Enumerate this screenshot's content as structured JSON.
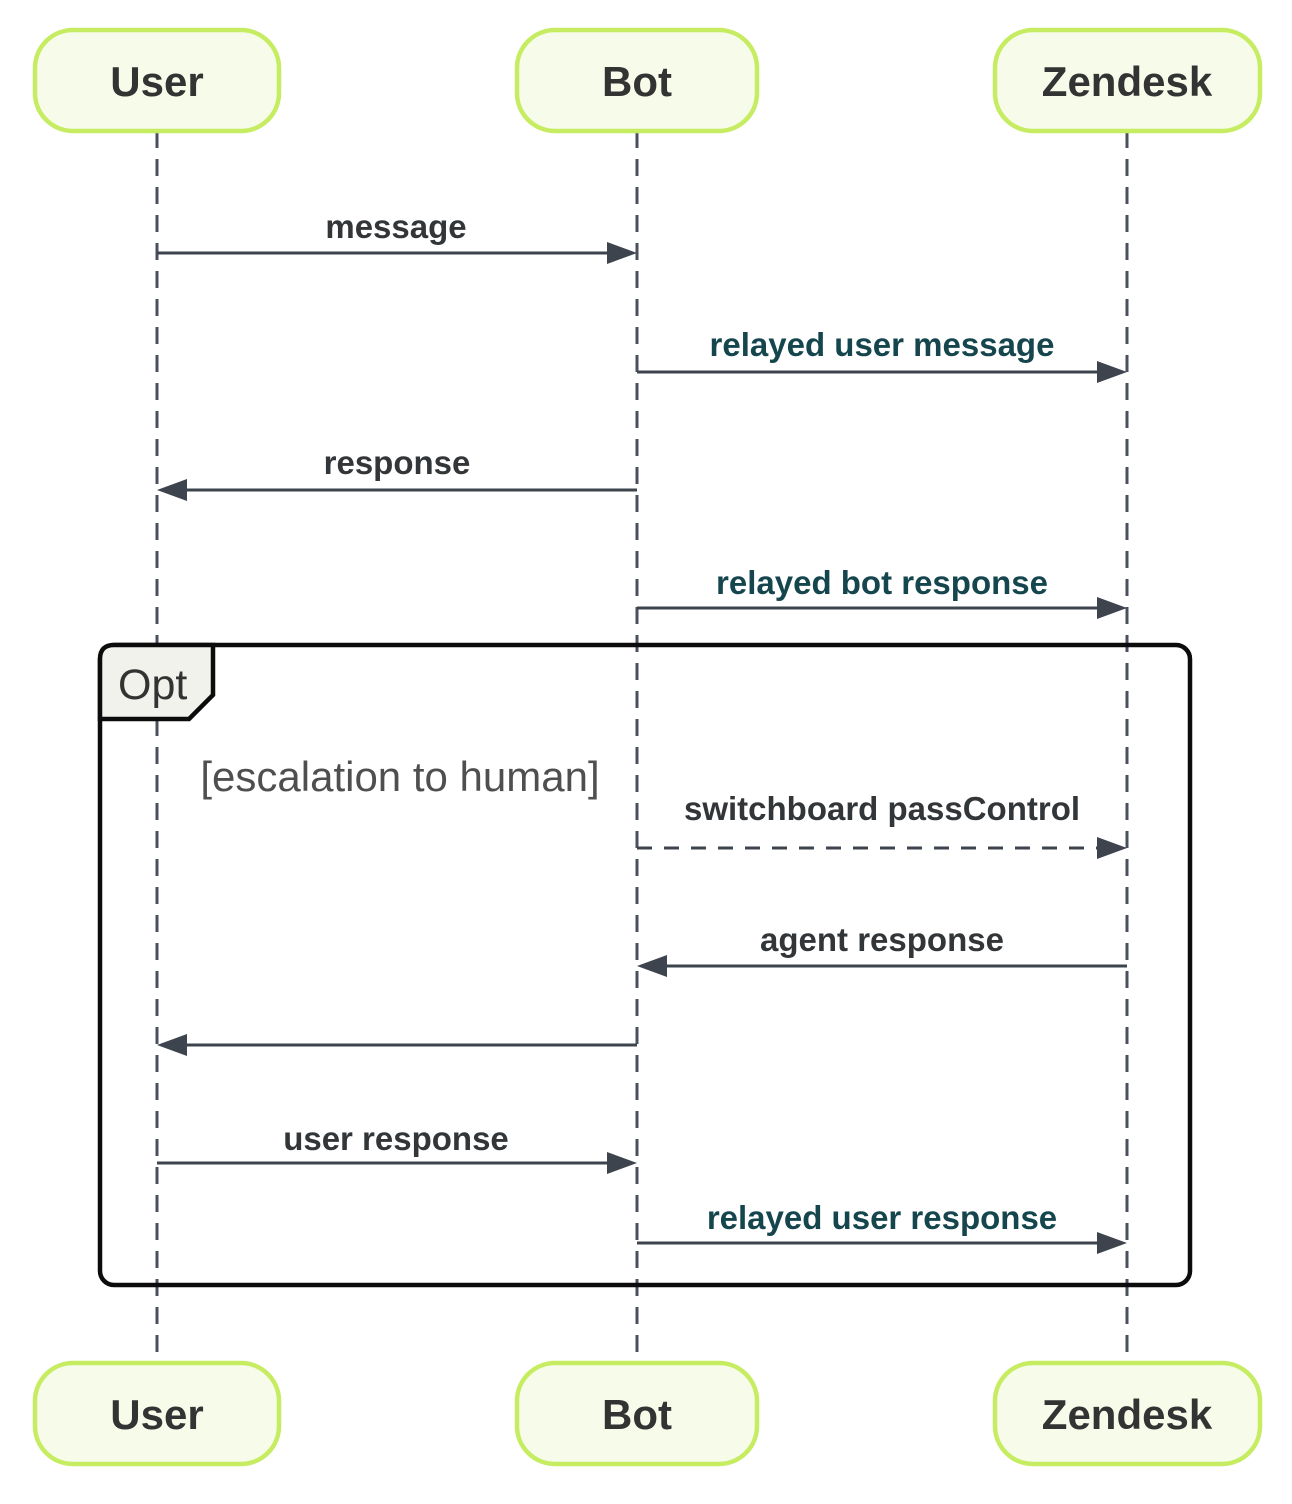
{
  "diagram": {
    "type": "sequence-diagram",
    "actors": [
      {
        "id": "user",
        "label": "User"
      },
      {
        "id": "bot",
        "label": "Bot"
      },
      {
        "id": "zendesk",
        "label": "Zendesk"
      }
    ],
    "messages": [
      {
        "from": "User",
        "to": "Bot",
        "label": "message",
        "line": "solid",
        "label_color": "dark"
      },
      {
        "from": "Bot",
        "to": "Zendesk",
        "label": "relayed user message",
        "line": "solid",
        "label_color": "teal"
      },
      {
        "from": "Bot",
        "to": "User",
        "label": "response",
        "line": "solid",
        "label_color": "dark"
      },
      {
        "from": "Bot",
        "to": "Zendesk",
        "label": "relayed bot response",
        "line": "solid",
        "label_color": "teal"
      },
      {
        "from": "Bot",
        "to": "Zendesk",
        "label": "switchboard passControl",
        "line": "dashed",
        "label_color": "dark"
      },
      {
        "from": "Zendesk",
        "to": "Bot",
        "label": "agent response",
        "line": "solid",
        "label_color": "dark"
      },
      {
        "from": "Bot",
        "to": "User",
        "label": "",
        "line": "solid",
        "label_color": "dark"
      },
      {
        "from": "User",
        "to": "Bot",
        "label": "user response",
        "line": "solid",
        "label_color": "dark"
      },
      {
        "from": "Bot",
        "to": "Zendesk",
        "label": "relayed user response",
        "line": "solid",
        "label_color": "teal"
      }
    ],
    "frame": {
      "kind_label": "Opt",
      "guard_label": "[escalation to human]"
    },
    "colors": {
      "background": "#ffffff",
      "actor_fill": "#f7fcea",
      "actor_border": "#c6ec62",
      "actor_text": "#333333",
      "line": "#3d444e",
      "lifeline": "#4a515c",
      "label_dark": "#333639",
      "label_teal": "#15464e",
      "frame_border": "#0c0c0c",
      "frame_tab_fill": "#f2f2ec",
      "guard_text": "#4f4f4f"
    }
  }
}
